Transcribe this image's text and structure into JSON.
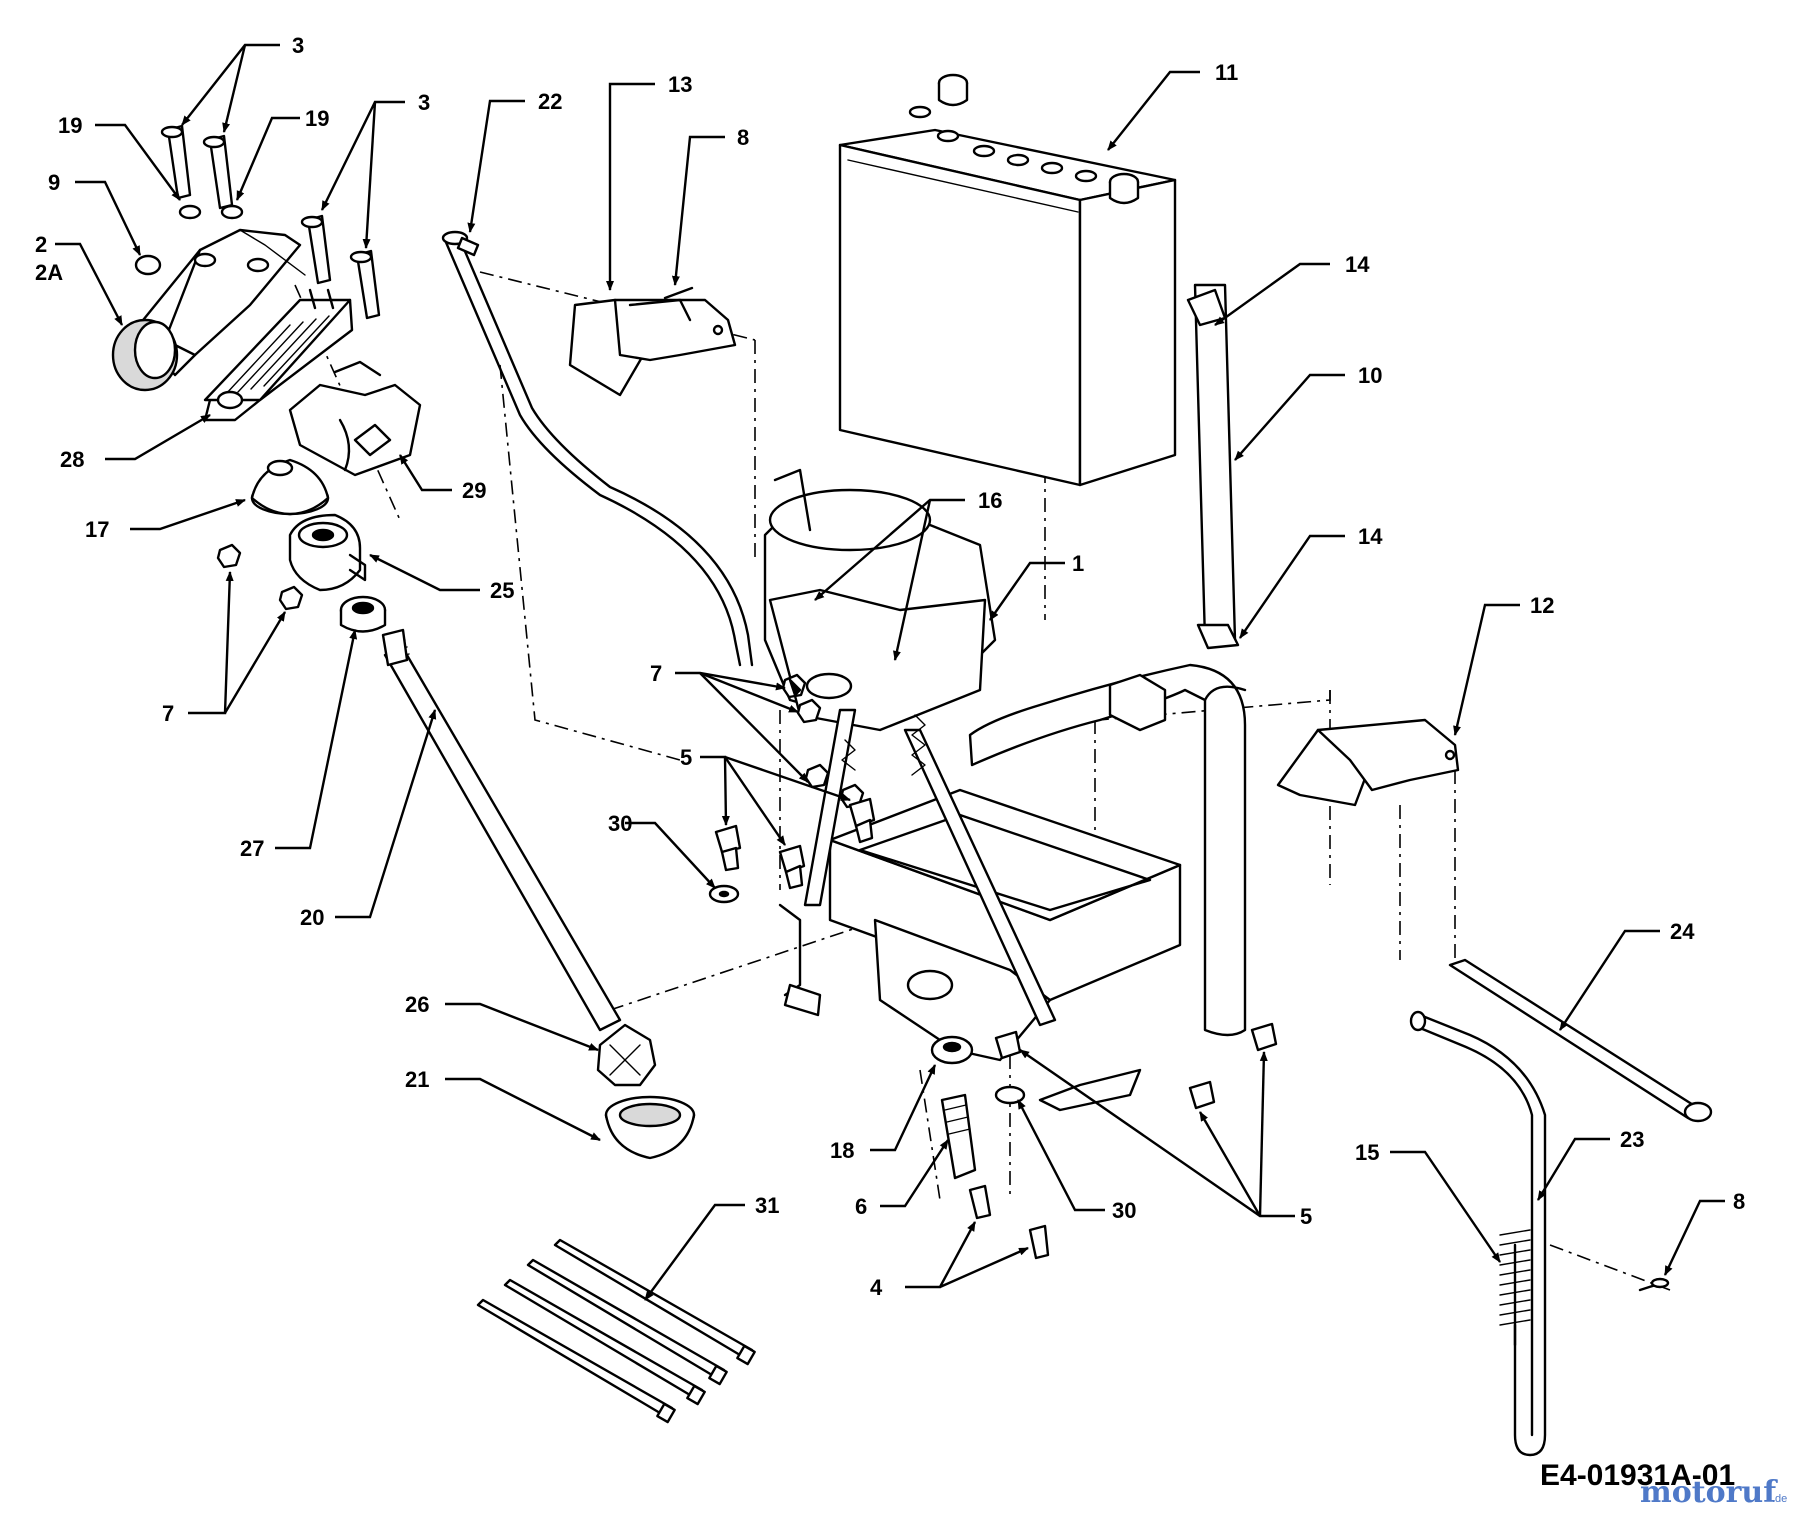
{
  "diagram_code": "E4-01931A-01",
  "watermark": {
    "brand": "motoruf",
    "suffix": ".de",
    "color": "#4f79c8"
  },
  "callouts": [
    {
      "id": "c-3-top",
      "label": "3"
    },
    {
      "id": "c-19-left",
      "label": "19"
    },
    {
      "id": "c-19-right",
      "label": "19"
    },
    {
      "id": "c-9",
      "label": "9"
    },
    {
      "id": "c-2",
      "label": "2"
    },
    {
      "id": "c-2a",
      "label": "2A"
    },
    {
      "id": "c-3-mid",
      "label": "3"
    },
    {
      "id": "c-22",
      "label": "22"
    },
    {
      "id": "c-13",
      "label": "13"
    },
    {
      "id": "c-8-top",
      "label": "8"
    },
    {
      "id": "c-11",
      "label": "11"
    },
    {
      "id": "c-14-top",
      "label": "14"
    },
    {
      "id": "c-10",
      "label": "10"
    },
    {
      "id": "c-14-mid",
      "label": "14"
    },
    {
      "id": "c-28",
      "label": "28"
    },
    {
      "id": "c-29",
      "label": "29"
    },
    {
      "id": "c-17",
      "label": "17"
    },
    {
      "id": "c-16",
      "label": "16"
    },
    {
      "id": "c-1",
      "label": "1"
    },
    {
      "id": "c-25",
      "label": "25"
    },
    {
      "id": "c-12",
      "label": "12"
    },
    {
      "id": "c-7-left",
      "label": "7"
    },
    {
      "id": "c-7-mid",
      "label": "7"
    },
    {
      "id": "c-5-mid",
      "label": "5"
    },
    {
      "id": "c-30-left",
      "label": "30"
    },
    {
      "id": "c-27",
      "label": "27"
    },
    {
      "id": "c-20",
      "label": "20"
    },
    {
      "id": "c-24",
      "label": "24"
    },
    {
      "id": "c-26",
      "label": "26"
    },
    {
      "id": "c-21",
      "label": "21"
    },
    {
      "id": "c-18",
      "label": "18"
    },
    {
      "id": "c-6",
      "label": "6"
    },
    {
      "id": "c-30-right",
      "label": "30"
    },
    {
      "id": "c-5-right",
      "label": "5"
    },
    {
      "id": "c-4",
      "label": "4"
    },
    {
      "id": "c-31",
      "label": "31"
    },
    {
      "id": "c-15",
      "label": "15"
    },
    {
      "id": "c-23",
      "label": "23"
    },
    {
      "id": "c-8-bottom",
      "label": "8"
    }
  ]
}
